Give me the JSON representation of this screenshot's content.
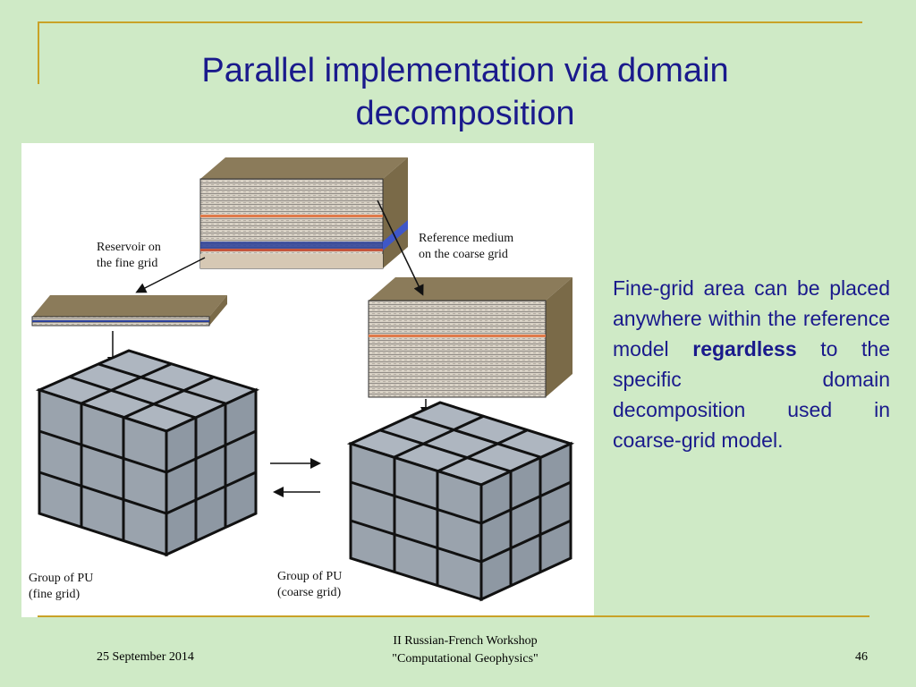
{
  "slide": {
    "title_line1": "Parallel implementation via domain",
    "title_line2": "decomposition",
    "body_part1": "Fine-grid area can be placed anywhere within the reference model ",
    "body_bold": "regardless",
    "body_part2": " to the specific domain decomposition used in coarse-grid model."
  },
  "figure": {
    "label_reservoir_1": "Reservoir on",
    "label_reservoir_2": "the fine grid",
    "label_reference_1": "Reference medium",
    "label_reference_2": "on the coarse grid",
    "label_group_fine_1": "Group of PU",
    "label_group_fine_2": "(fine grid)",
    "label_group_coarse_1": "Group of PU",
    "label_group_coarse_2": "(coarse grid)"
  },
  "footer": {
    "date": "25 September 2014",
    "event_line1": "II Russian-French Workshop",
    "event_line2": "\"Computational Geophysics\"",
    "page": "46"
  },
  "colors": {
    "background": "#cfeac6",
    "accent_rule": "#c9a227",
    "title_text": "#1a1a8c",
    "block_top": "#8b7b5a",
    "block_side": "#7a6a48",
    "cube_face": "#a9b2bd",
    "cube_light": "#eef0f2"
  }
}
